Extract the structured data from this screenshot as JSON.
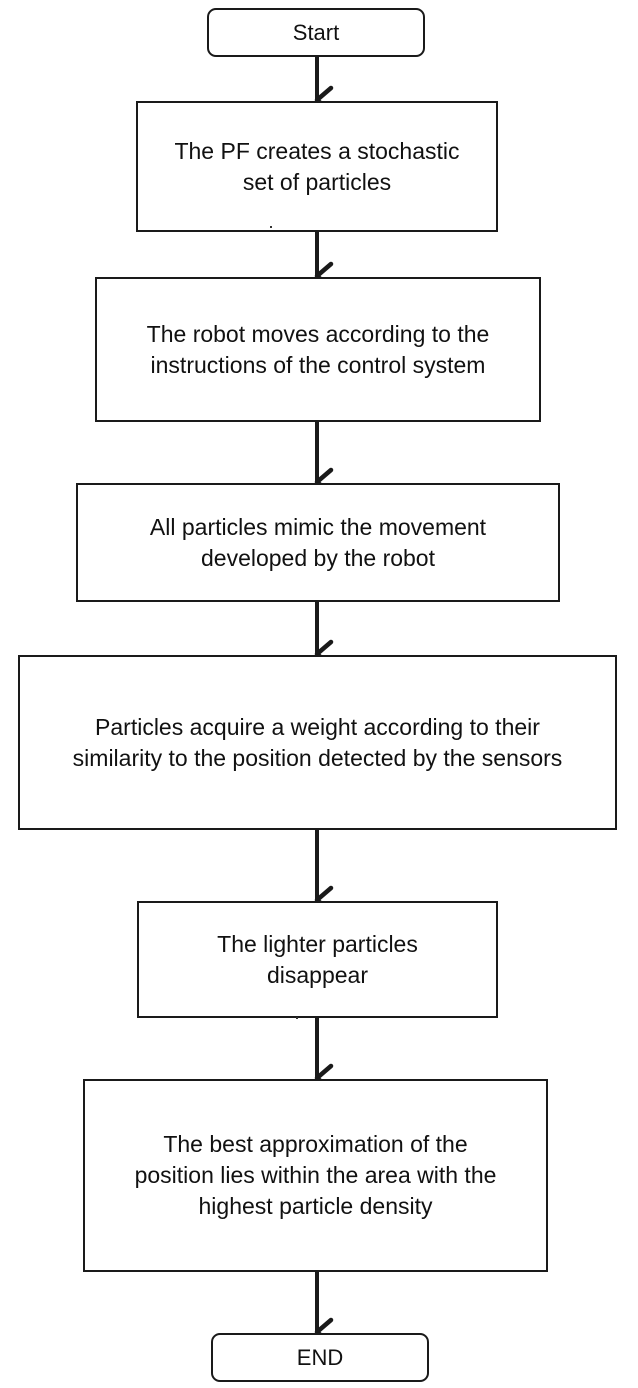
{
  "flowchart": {
    "start_label": "Start",
    "steps": [
      "The PF creates a stochastic\nset of particles",
      "The robot moves according to the\ninstructions of the control system",
      "All particles mimic the movement\ndeveloped by the robot",
      "Particles acquire a weight according to their\nsimilarity to the position detected by the sensors",
      "The lighter particles\ndisappear",
      "The best approximation of the\nposition lies within the area with the\nhighest particle density"
    ],
    "end_label": "END",
    "line_color": "#1a1a1a"
  }
}
